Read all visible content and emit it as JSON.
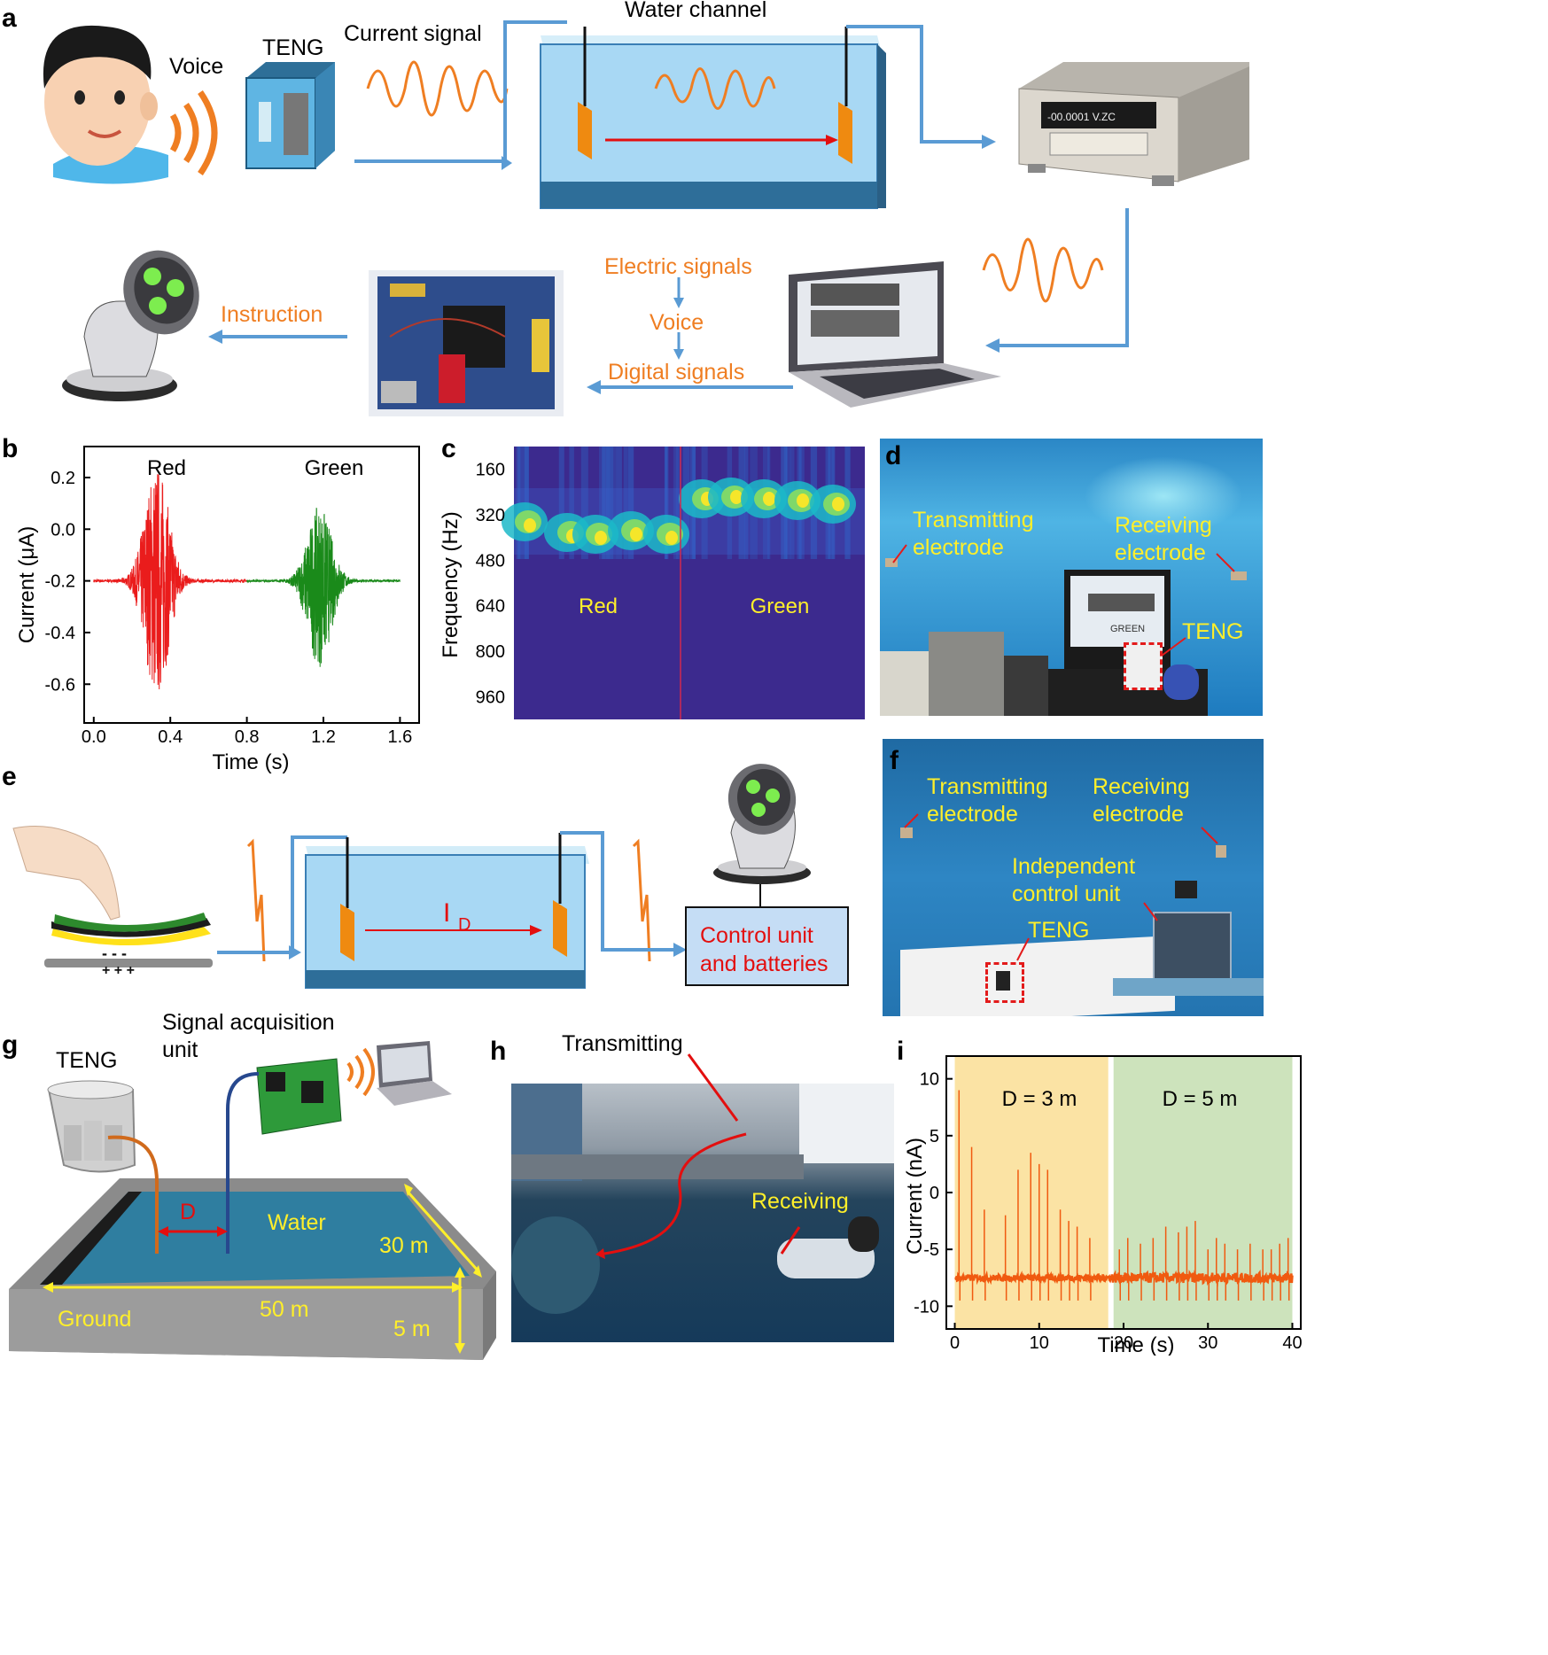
{
  "panels": {
    "a": "a",
    "b": "b",
    "c": "c",
    "d": "d",
    "e": "e",
    "f": "f",
    "g": "g",
    "h": "h",
    "i": "i"
  },
  "a": {
    "voice": "Voice",
    "teng": "TENG",
    "current_signal": "Current signal",
    "water_channel": "Water channel",
    "meter_display": "-00.0001 V.ZC",
    "electric_signals": "Electric signals",
    "voice2": "Voice",
    "digital_signals": "Digital signals",
    "instruction": "Instruction"
  },
  "b": {
    "label_red": "Red",
    "label_green": "Green",
    "ylabel": "Current (μA)",
    "xlabel": "Time (s)",
    "yticks": [
      "0.2",
      "0.0",
      "-0.2",
      "-0.4",
      "-0.6"
    ],
    "xticks": [
      "0.0",
      "0.4",
      "0.8",
      "1.2",
      "1.6"
    ]
  },
  "c": {
    "ylabel": "Frequency (Hz)",
    "yticks": [
      "160",
      "320",
      "480",
      "640",
      "800",
      "960"
    ],
    "label_red": "Red",
    "label_green": "Green"
  },
  "d": {
    "transmitting": "Transmitting",
    "electrode1": "electrode",
    "receiving": "Receiving",
    "electrode2": "electrode",
    "teng": "TENG",
    "screen_word": "GREEN"
  },
  "e": {
    "current_label": "I",
    "current_sub": "D",
    "control1": "Control unit",
    "control2": "and batteries",
    "charges_neg": "- - -",
    "charges_pos": "+ + +"
  },
  "f": {
    "transmitting": "Transmitting",
    "electrode1": "electrode",
    "receiving": "Receiving",
    "electrode2": "electrode",
    "independent": "Independent",
    "control_unit": "control unit",
    "teng": "TENG"
  },
  "g": {
    "teng": "TENG",
    "signal_acq1": "Signal acquisition",
    "signal_acq2": "unit",
    "d": "D",
    "water": "Water",
    "dim_30": "30 m",
    "dim_50": "50 m",
    "dim_5": "5 m",
    "ground": "Ground"
  },
  "h": {
    "transmitting": "Transmitting",
    "receiving": "Receiving"
  },
  "chart_data": [
    {
      "type": "line",
      "panel": "b",
      "xlabel": "Time (s)",
      "ylabel": "Current (μA)",
      "xlim": [
        -0.05,
        1.7
      ],
      "ylim": [
        -0.75,
        0.32
      ],
      "series": [
        {
          "name": "Red",
          "color": "#ea1c1c",
          "x_range": [
            0.0,
            0.8
          ],
          "baseline": -0.2,
          "peak_time": 0.33,
          "peak_max": 0.25,
          "peak_min": -0.65
        },
        {
          "name": "Green",
          "color": "#1a8a1a",
          "x_range": [
            0.8,
            1.6
          ],
          "baseline": -0.2,
          "peak_time": 1.18,
          "peak_max": 0.09,
          "peak_min": -0.53
        }
      ]
    },
    {
      "type": "heatmap",
      "panel": "c",
      "ylabel": "Frequency (Hz)",
      "ylim": [
        80,
        1040
      ],
      "yticks": [
        160,
        320,
        480,
        640,
        800,
        960
      ],
      "regions": [
        "Red",
        "Green"
      ],
      "band_center_hz": 320
    },
    {
      "type": "line",
      "panel": "i",
      "xlabel": "Time (s)",
      "ylabel": "Current (nA)",
      "xlim": [
        -1,
        41
      ],
      "ylim": [
        -12,
        12
      ],
      "xticks": [
        0,
        10,
        20,
        30,
        40
      ],
      "yticks": [
        10,
        5,
        0,
        -5,
        -10
      ],
      "regions": [
        {
          "label": "D = 3 m",
          "x": [
            0,
            18.5
          ],
          "color": "#fbe3a4"
        },
        {
          "label": "D = 5 m",
          "x": [
            18.5,
            40
          ],
          "color": "#cde3bc"
        }
      ],
      "baseline": -7.5,
      "series_color": "#f05a10",
      "spikes_d3": [
        [
          0.5,
          9
        ],
        [
          2,
          4
        ],
        [
          3.5,
          -1.5
        ],
        [
          6,
          -2
        ],
        [
          7.5,
          2
        ],
        [
          9,
          3.5
        ],
        [
          10,
          2.5
        ],
        [
          11,
          2
        ],
        [
          12.5,
          -1.5
        ],
        [
          13.5,
          -2.5
        ],
        [
          14.5,
          -3
        ],
        [
          16,
          -4
        ]
      ],
      "spikes_d5": [
        [
          19.5,
          -5
        ],
        [
          20.5,
          -4
        ],
        [
          22,
          -4.5
        ],
        [
          23.5,
          -4
        ],
        [
          25,
          -3
        ],
        [
          26.5,
          -3.5
        ],
        [
          27.5,
          -3
        ],
        [
          28.5,
          -2.5
        ],
        [
          30,
          -5
        ],
        [
          31,
          -4
        ],
        [
          32,
          -4.5
        ],
        [
          33.5,
          -5
        ],
        [
          35,
          -4.5
        ],
        [
          36.5,
          -5
        ],
        [
          37.5,
          -5
        ],
        [
          38.5,
          -4.5
        ],
        [
          39.5,
          -4
        ]
      ]
    }
  ],
  "i": {
    "label_d3": "D = 3 m",
    "label_d5": "D = 5 m",
    "ylabel": "Current (nA)",
    "xlabel": "Time (s)",
    "yticks": [
      "10",
      "5",
      "0",
      "-5",
      "-10"
    ],
    "xticks": [
      "0",
      "10",
      "20",
      "30",
      "40"
    ]
  }
}
